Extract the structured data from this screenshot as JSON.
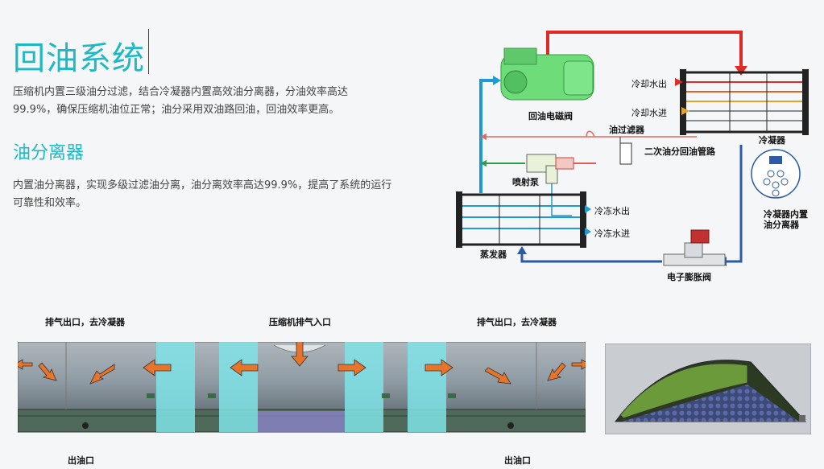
{
  "header": {
    "title": "回油系统",
    "description": "压缩机内置三级油分过滤，结合冷凝器内置高效油分离器，分油效率高达99.9%，确保压缩机油位正常；油分采用双油路回油，回油效率更高。"
  },
  "section": {
    "subtitle": "油分离器",
    "description": "内置油分离器，实现多级过滤油分离，油分离效率高达99.9%，提高了系统的运行可靠性和效率。"
  },
  "diagram": {
    "labels": {
      "solenoid_valve": "回油电磁阀",
      "oil_filter": "油过滤器",
      "secondary_return": "二次油分回油管路",
      "jet_pump": "喷射泵",
      "condenser": "冷凝器",
      "cooling_out": "冷却水出",
      "cooling_in": "冷却水进",
      "condenser_separator": "冷凝器内置油分离器",
      "chilled_out": "冷冻水出",
      "chilled_in": "冷冻水进",
      "evaporator": "蒸发器",
      "expansion_valve": "电子膨胀阀"
    },
    "colors": {
      "hot": "#e02a24",
      "cold": "#1f9ad3",
      "blue_line": "#2c5aa8",
      "oil": "#2aa048",
      "compressor": "#6fdc7a"
    }
  },
  "separator": {
    "labels": {
      "exhaust_left": "排气出口，去冷凝器",
      "inlet": "压缩机排气入口",
      "exhaust_right": "排气出口，去冷凝器",
      "oil_out_left": "出油口",
      "oil_out_right": "出油口"
    },
    "colors": {
      "arrow": "#e8742a",
      "filter": "#7fe3e6",
      "shell": "#8e9aa3"
    }
  }
}
